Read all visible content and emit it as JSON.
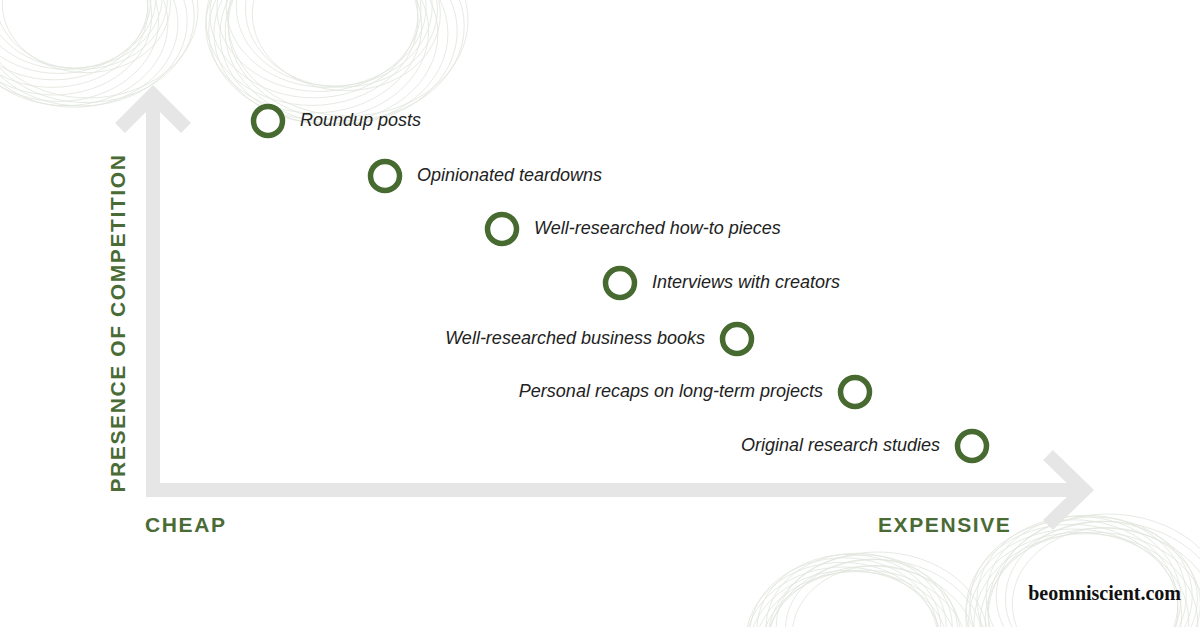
{
  "diagram": {
    "nodes": [
      {
        "text": [
          "Roundup posts"
        ]
      },
      {
        "text": [
          "Opinionated teardowns"
        ]
      },
      {
        "text": [
          "Well-researched how-to pieces"
        ]
      },
      {
        "text": [
          "Interviews with creators"
        ]
      },
      {
        "text": [
          "Well-researched business books"
        ]
      },
      {
        "text": [
          "Personal recaps on long-term projects"
        ]
      },
      {
        "text": [
          "Original research studies"
        ]
      }
    ],
    "labels": [
      "PRESENCE OF COMPETITION",
      "CHEAP",
      "EXPENSIVE",
      "beomniscient.com"
    ]
  }
}
